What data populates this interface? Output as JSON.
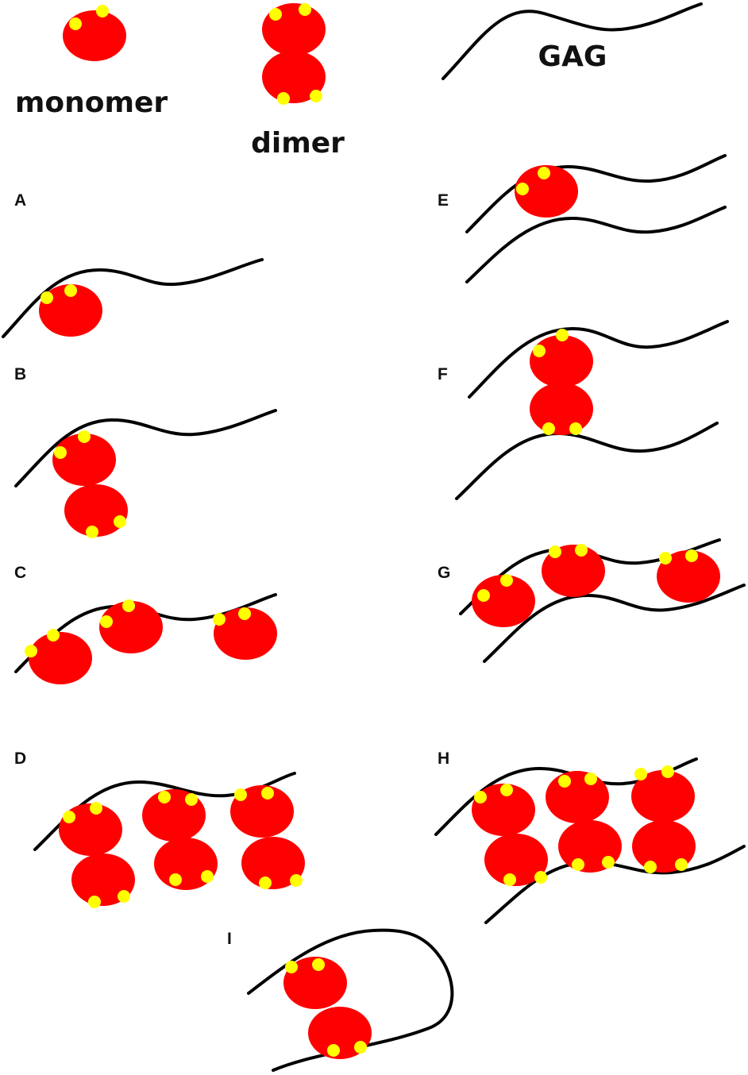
{
  "legend": {
    "monomer_label": "monomer",
    "dimer_label": "dimer",
    "gag_label": "GAG"
  },
  "panels": [
    {
      "label": "A"
    },
    {
      "label": "B"
    },
    {
      "label": "C"
    },
    {
      "label": "D"
    },
    {
      "label": "E"
    },
    {
      "label": "F"
    },
    {
      "label": "G"
    },
    {
      "label": "H"
    },
    {
      "label": "I"
    }
  ],
  "colors": {
    "protein": "#ff0000",
    "binding_site": "#ffff00",
    "gag_chain": "#000000"
  }
}
